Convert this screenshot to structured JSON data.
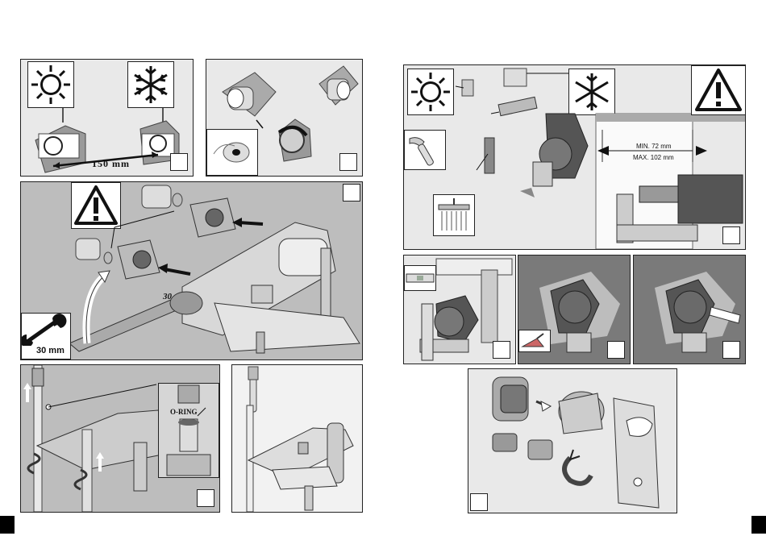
{
  "labels": {
    "distance": "150 mm",
    "wrench_size": "30 mm",
    "oring": "O-RING",
    "min_depth": "MIN. 72 mm",
    "max_depth": "MAX. 102 mm",
    "lever_mark": "30"
  },
  "icons": {
    "hot": "sun-icon",
    "cold": "snowflake-icon",
    "warning": "warning-triangle-icon",
    "wrench": "wrench-icon",
    "hand_shower": "hand-shower-icon",
    "rain_shower": "rain-shower-icon",
    "trowel": "trowel-icon",
    "seal_ring": "seal-ring-icon"
  },
  "colors": {
    "panel_light": "#e9e9e9",
    "panel_dark": "#bdbdbd",
    "border": "#222222"
  }
}
